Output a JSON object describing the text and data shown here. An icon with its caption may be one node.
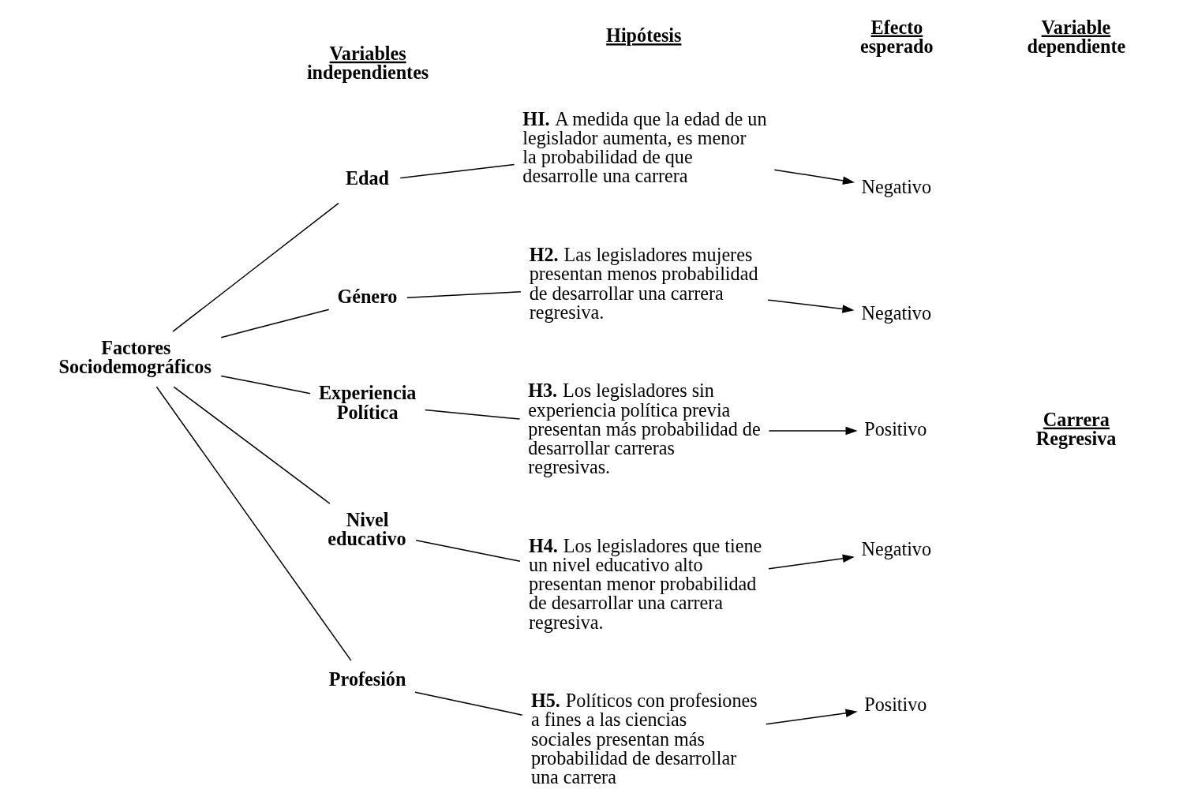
{
  "diagram": {
    "nodes": [
      {
        "text": [
          "Factores Sociodemográficos"
        ]
      },
      {
        "text": [
          "Edad"
        ]
      },
      {
        "text": [
          "HI. A medida que la edad de un legislador aumenta, es menor la probabilidad de que desarrolle una carrera"
        ]
      },
      {
        "text": [
          "Negativo"
        ]
      },
      {
        "text": [
          "Género"
        ]
      },
      {
        "text": [
          "H2. Las legisladores mujeres presentan menos probabilidad de desarrollar una carrera regresiva."
        ]
      },
      {
        "text": [
          "Negativo"
        ]
      },
      {
        "text": [
          "Experiencia Política"
        ]
      },
      {
        "text": [
          "H3. Los legisladores sin experiencia política previa presentan más probabilidad de desarrollar carreras regresivas."
        ]
      },
      {
        "text": [
          "Positivo"
        ]
      },
      {
        "text": [
          "Nivel educativo"
        ]
      },
      {
        "text": [
          "H4. Los legisladores que tiene un nivel educativo alto presentan menor probabilidad de desarrollar una carrera regresiva."
        ]
      },
      {
        "text": [
          "Negativo"
        ]
      },
      {
        "text": [
          "Profesión"
        ]
      },
      {
        "text": [
          "H5. Políticos con profesiones a fines a las ciencias sociales presentan más probabilidad de desarrollar una carrera"
        ]
      },
      {
        "text": [
          "Positivo"
        ]
      },
      {
        "text": [
          "Carrera Regresiva"
        ]
      }
    ],
    "edges": [
      {
        "from": 0,
        "to": 1,
        "arrow": "none"
      },
      {
        "from": 0,
        "to": 4,
        "arrow": "none"
      },
      {
        "from": 0,
        "to": 7,
        "arrow": "none"
      },
      {
        "from": 0,
        "to": 10,
        "arrow": "none"
      },
      {
        "from": 0,
        "to": 13,
        "arrow": "none"
      },
      {
        "from": 1,
        "to": 2,
        "arrow": "none"
      },
      {
        "from": 4,
        "to": 5,
        "arrow": "none"
      },
      {
        "from": 7,
        "to": 8,
        "arrow": "none"
      },
      {
        "from": 10,
        "to": 11,
        "arrow": "none"
      },
      {
        "from": 13,
        "to": 14,
        "arrow": "none"
      },
      {
        "from": 2,
        "to": 3,
        "arrow": "to"
      },
      {
        "from": 5,
        "to": 6,
        "arrow": "to"
      },
      {
        "from": 8,
        "to": 9,
        "arrow": "to"
      },
      {
        "from": 11,
        "to": 12,
        "arrow": "to"
      },
      {
        "from": 14,
        "to": 15,
        "arrow": "to"
      }
    ],
    "labels": [
      "Variables independientes",
      "Hipótesis",
      "Efecto esperado",
      "Variable dependiente"
    ]
  }
}
